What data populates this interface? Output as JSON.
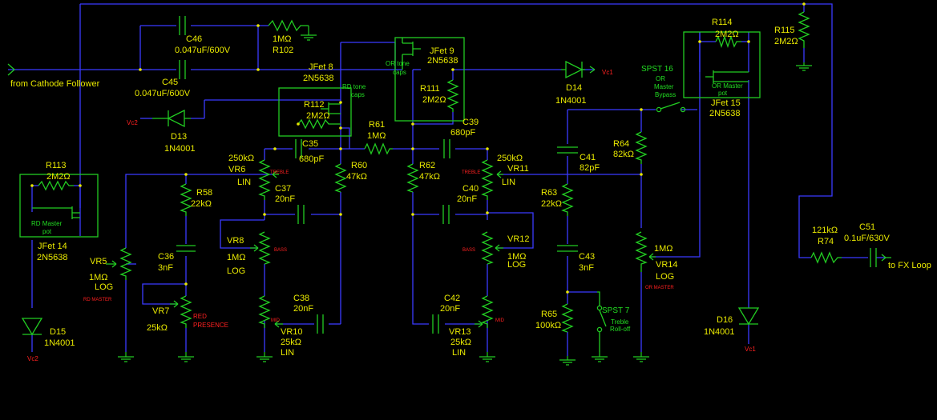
{
  "labels": {
    "c46_ref": "C46",
    "c46_val": "0.047uF/600V",
    "r102_val": "1MΩ",
    "r102_ref": "R102",
    "c45_ref": "C45",
    "c45_val": "0.047uF/600V",
    "from_cf": "from Cathode Follower",
    "vc2_a": "Vc2",
    "d13_ref": "D13",
    "d13_val": "1N4001",
    "jfet8_ref": "JFet 8",
    "jfet8_val": "2N5638",
    "rd_tone_caps": "RD tone",
    "rd_tone_caps2": "caps",
    "r112_ref": "R112",
    "r112_val": "2M2Ω",
    "jfet9_ref": "JFet 9",
    "jfet9_val": "2N5638",
    "or_tone_caps": "OR tone",
    "or_tone_caps2": "caps",
    "r111_ref": "R111",
    "r111_val": "2M2Ω",
    "d14_ref": "D14",
    "d14_val": "1N4001",
    "vc1_a": "Vc1",
    "spst16_ref": "SPST 16",
    "or_master_bypass1": "OR",
    "or_master_bypass2": "Master",
    "or_master_bypass3": "Bypass",
    "r114_ref": "R114",
    "r114_val": "2M2Ω",
    "or_master_pot1": "OR Master",
    "or_master_pot2": "pot",
    "jfet15_ref": "JFet 15",
    "jfet15_val": "2N5638",
    "r115_ref": "R115",
    "r115_val": "2M2Ω",
    "r113_ref": "R113",
    "r113_val": "2M2Ω",
    "rd_master_pot1": "RD Master",
    "rd_master_pot2": "pot",
    "jfet14_ref": "JFet 14",
    "jfet14_val": "2N5638",
    "r61_ref": "R61",
    "r61_val": "1MΩ",
    "c35_ref": "C35",
    "c35_val": "680pF",
    "c39_ref": "C39",
    "c39_val": "680pF",
    "vr6_val": "250kΩ",
    "vr6_ref": "VR6",
    "vr6_taper": "LIN",
    "treble_a": "TREBLE",
    "r60_ref": "R60",
    "r60_val": "47kΩ",
    "r62_ref": "R62",
    "r62_val": "47kΩ",
    "vr11_val": "250kΩ",
    "vr11_ref": "VR11",
    "vr11_taper": "LIN",
    "treble_b": "TREBLE",
    "c41_ref": "C41",
    "c41_val": "82pF",
    "r64_ref": "R64",
    "r64_val": "82kΩ",
    "r58_ref": "R58",
    "r58_val": "22kΩ",
    "c37_ref": "C37",
    "c37_val": "20nF",
    "c40_ref": "C40",
    "c40_val": "20nF",
    "r63_ref": "R63",
    "r63_val": "22kΩ",
    "vr8_ref": "VR8",
    "vr8_val": "1MΩ",
    "vr8_taper": "LOG",
    "bass_a": "BASS",
    "vr12_ref": "VR12",
    "vr12_val": "1MΩ",
    "vr12_taper": "LOG",
    "bass_b": "BASS",
    "vr5_ref": "VR5",
    "vr5_val": "1MΩ",
    "vr5_taper": "LOG",
    "rd_master": "RD MASTER",
    "c36_ref": "C36",
    "c36_val": "3nF",
    "c43_ref": "C43",
    "c43_val": "3nF",
    "vr14_val": "1MΩ",
    "vr14_ref": "VR14",
    "vr14_taper": "LOG",
    "or_master": "OR MASTER",
    "vr7_ref": "VR7",
    "vr7_val": "25kΩ",
    "red_presence1": "RED",
    "red_presence2": "PRESENCE",
    "c38_ref": "C38",
    "c38_val": "20nF",
    "c42_ref": "C42",
    "c42_val": "20nF",
    "vr10_ref": "VR10",
    "vr10_val": "25kΩ",
    "vr10_taper": "LIN",
    "mid_a": "MID",
    "vr13_ref": "VR13",
    "vr13_val": "25kΩ",
    "vr13_taper": "LIN",
    "mid_b": "MID",
    "r65_ref": "R65",
    "r65_val": "100kΩ",
    "spst7_ref": "SPST 7",
    "treble_rolloff1": "Treble",
    "treble_rolloff2": "Roll-off",
    "d15_ref": "D15",
    "d15_val": "1N4001",
    "vc2_b": "Vc2",
    "d16_ref": "D16",
    "d16_val": "1N4001",
    "vc1_b": "Vc1",
    "r74_val": "121kΩ",
    "r74_ref": "R74",
    "c51_ref": "C51",
    "c51_val": "0.1uF/630V",
    "to_fx": "to FX Loop"
  },
  "colors": {
    "background": "#000000",
    "wire": "#3a3aff",
    "component": "#22cc22",
    "label": "#e8e800",
    "note": "#22dd22",
    "warning": "#ff2020"
  }
}
